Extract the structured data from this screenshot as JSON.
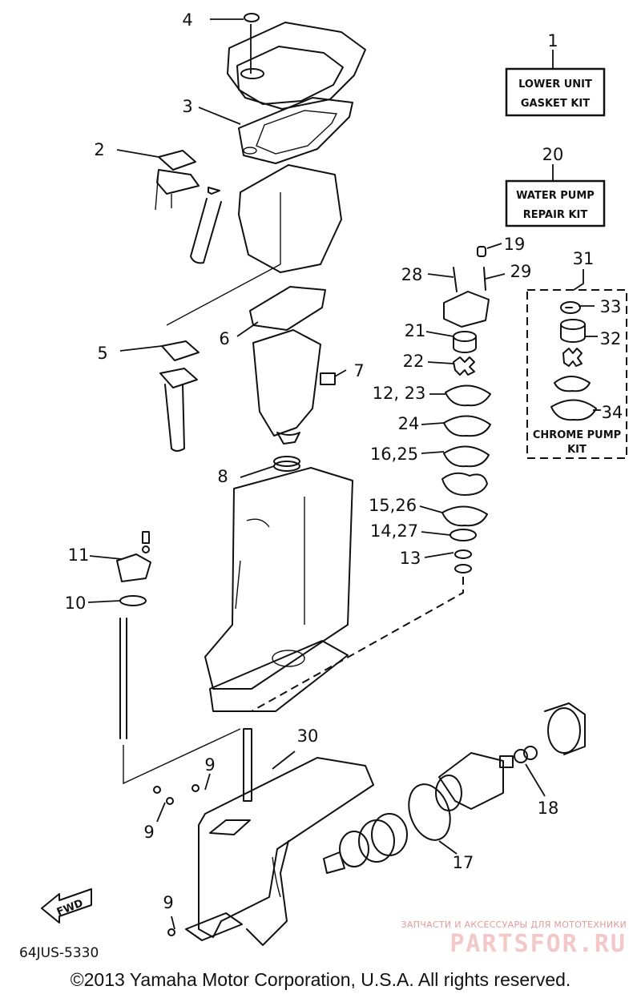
{
  "callouts": {
    "c1": "1",
    "c2": "2",
    "c3": "3",
    "c4": "4",
    "c5": "5",
    "c6": "6",
    "c7": "7",
    "c8": "8",
    "c9a": "9",
    "c9b": "9",
    "c9c": "9",
    "c10": "10",
    "c11": "11",
    "c13": "13",
    "c14_27": "14,27",
    "c15_26": "15,26",
    "c16_25": "16,25",
    "c17": "17",
    "c18": "18",
    "c19": "19",
    "c20": "20",
    "c21": "21",
    "c22": "22",
    "c12_23": "12, 23",
    "c24": "24",
    "c28": "28",
    "c29": "29",
    "c30": "30",
    "c31": "31",
    "c32": "32",
    "c33": "33",
    "c34": "34"
  },
  "kits": {
    "lower_unit_line1": "LOWER UNIT",
    "lower_unit_line2": "GASKET KIT",
    "water_pump_line1": "WATER PUMP",
    "water_pump_line2": "REPAIR KIT",
    "chrome_pump_line1": "CHROME PUMP",
    "chrome_pump_line2": "KIT"
  },
  "fwd": "FWD",
  "diagram_code": "64JUS-5330",
  "copyright": "©2013 Yamaha Motor Corporation, U.S.A. All rights reserved.",
  "watermark": {
    "tagline": "ЗАПЧАСТИ И АКСЕССУАРЫ ДЛЯ МОТОТЕХНИКИ",
    "brand": "PARTSFOR.RU"
  }
}
